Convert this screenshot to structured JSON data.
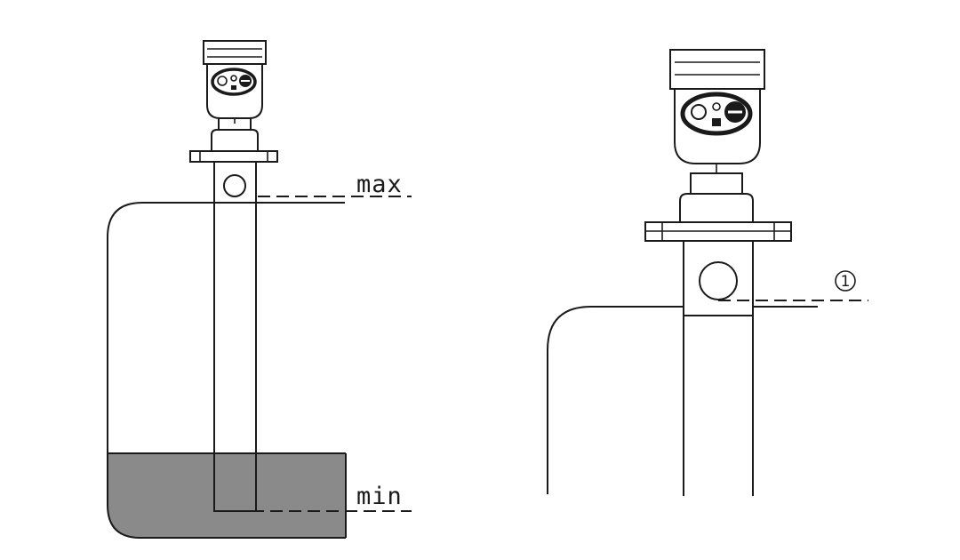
{
  "left_figure": {
    "max_label": "max",
    "min_label": "min",
    "liquid_color": "#8a8a8a"
  },
  "right_figure": {
    "marker_label": "1"
  },
  "icons": [
    "radar-level-transmitter-icon",
    "stilling-pipe-icon",
    "tank-icon"
  ]
}
